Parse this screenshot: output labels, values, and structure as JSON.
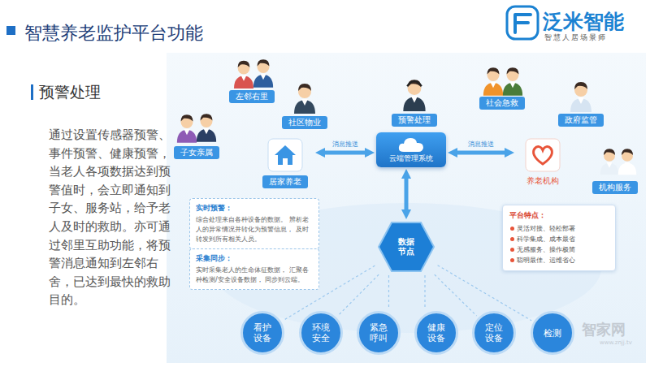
{
  "diagram": {
    "title": "智慧养老监护平台功能",
    "nodes": [
      {
        "text": [
          "左邻右里"
        ]
      },
      {
        "text": [
          "社区物业"
        ]
      },
      {
        "text": [
          "预警处理"
        ]
      },
      {
        "text": [
          "社会急救"
        ]
      },
      {
        "text": [
          "政府监管"
        ]
      },
      {
        "text": [
          "子女亲属"
        ]
      },
      {
        "text": [
          "居家养老"
        ]
      },
      {
        "text": [
          "云端管理系统"
        ]
      },
      {
        "text": [
          "养老机构"
        ]
      },
      {
        "text": [
          "机构服务"
        ]
      },
      {
        "text": [
          "实时预警：",
          "综合处理来自各种设备的数据。 辨析老人的异常情况并转化为预警信息， 及时转发到所有相关人员。"
        ]
      },
      {
        "text": [
          "平台特点：",
          "灵活对接、轻松部署",
          "科学集成、成本最省",
          "无感服务、操作极简",
          "聪明最佳、运维省心"
        ]
      },
      {
        "text": [
          "采集同步：",
          "实时采集老人的生命体征数据， 汇聚各种检测/安全设备数据， 同步到云端。"
        ]
      },
      {
        "text": [
          "数据节点"
        ]
      },
      {
        "text": [
          "看护设备"
        ]
      },
      {
        "text": [
          "环境安全"
        ]
      },
      {
        "text": [
          "紧急呼叫"
        ]
      },
      {
        "text": [
          "健康设备"
        ]
      },
      {
        "text": [
          "定位设备"
        ]
      },
      {
        "text": [
          "检测"
        ]
      }
    ],
    "edges": [
      {
        "from": 7,
        "to": 6,
        "label": "消息推送",
        "arrow": "both"
      },
      {
        "from": 7,
        "to": 8,
        "label": "消息推送",
        "arrow": "both"
      },
      {
        "from": 7,
        "to": 13,
        "arrow": "both"
      },
      {
        "from": 13,
        "to": 14,
        "arrow": "none"
      },
      {
        "from": 13,
        "to": 15,
        "arrow": "none"
      },
      {
        "from": 13,
        "to": 16,
        "arrow": "none"
      },
      {
        "from": 13,
        "to": 17,
        "arrow": "none"
      },
      {
        "from": 13,
        "to": 18,
        "arrow": "none"
      },
      {
        "from": 13,
        "to": 19,
        "arrow": "none"
      }
    ],
    "labels": [
      "泛米智能",
      "智慧人居场景师",
      "预警处理",
      "通过设置传感器预警、事件预警、健康预警，当老人各项数据达到预警值时，会立即通知到子女、服务站，给予老人及时的救助。亦可通过邻里互助功能，将预警消息通知到左邻右舍，已达到最快的救助目的。",
      "智家网",
      "www.znjj.tv"
    ]
  }
}
